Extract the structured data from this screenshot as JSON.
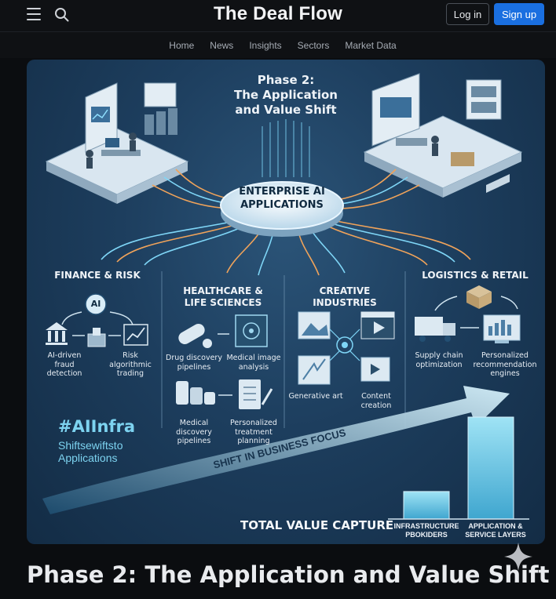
{
  "header": {
    "brand": "The Deal Flow",
    "login_label": "Log in",
    "signup_label": "Sign up",
    "accent_color": "#1a6fe0"
  },
  "nav": {
    "items": [
      "Home",
      "News",
      "Insights",
      "Sectors",
      "Market Data"
    ]
  },
  "infographic": {
    "title_line1": "Phase 2:",
    "title_line2": "The Application",
    "title_line3": "and Value Shift",
    "hub_line1": "ENTERPRISE AI",
    "hub_line2": "APPLICATIONS",
    "sections": {
      "finance": {
        "title": "FINANCE & RISK",
        "ai_badge": "AI",
        "item1_line1": "AI-driven",
        "item1_line2": "fraud",
        "item1_line3": "detection",
        "item2_line1": "Risk",
        "item2_line2": "algorithmic",
        "item2_line3": "trading"
      },
      "healthcare": {
        "title_line1": "HEALTHCARE &",
        "title_line2": "LIFE SCIENCES",
        "item1_line1": "Drug discovery",
        "item1_line2": "pipelines",
        "item2_line1": "Medical image",
        "item2_line2": "analysis",
        "item3_line1": "Medical",
        "item3_line2": "discovery",
        "item3_line3": "pipelines",
        "item4_line1": "Personalized",
        "item4_line2": "treatment",
        "item4_line3": "planning"
      },
      "creative": {
        "title": "CREATIVE INDUSTRIES",
        "item1": "Generative art",
        "item2_line1": "Content",
        "item2_line2": "creation"
      },
      "logistics": {
        "title": "LOGISTICS & RETAIL",
        "item1_line1": "Supply chain",
        "item1_line2": "optimization",
        "item2_line1": "Personalized",
        "item2_line2": "recommendation",
        "item2_line3": "engines"
      }
    },
    "hashtag": "#AIInfra",
    "hashtag_sub_line1": "Shiftsewiftsto",
    "hashtag_sub_line2": "Applications",
    "shift_label": "SHIFT IN BUSINESS FOCUS",
    "total_value": "TOTAL VALUE CAPTURE",
    "bars": {
      "infra_line1": "INFRASTRUCTURE",
      "infra_line2": "PBOKIDERS",
      "infra_share": 0.27,
      "app_line1": "APPLICATION &",
      "app_line2": "SERVICE LAYERS",
      "app_share": 1.0
    }
  },
  "caption": "Phase 2: The Application and Value Shift"
}
